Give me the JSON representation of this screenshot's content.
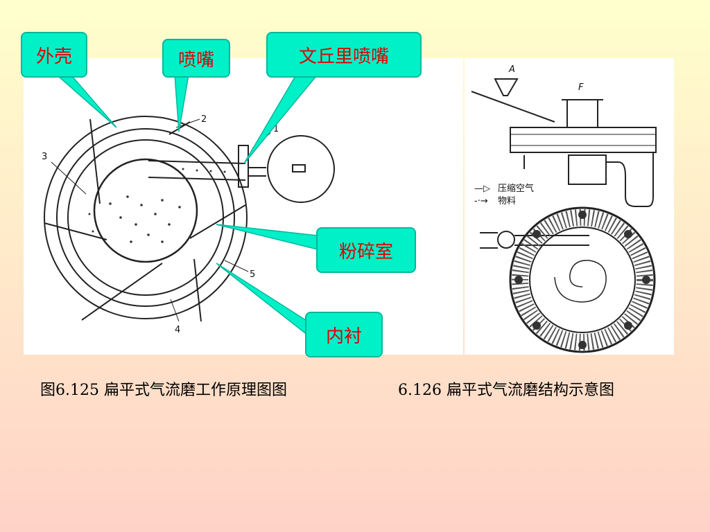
{
  "callouts": {
    "shell": "外壳",
    "nozzle": "喷嘴",
    "venturi_nozzle": "文丘里喷嘴",
    "crushing_chamber": "粉碎室",
    "liner": "内衬"
  },
  "left_figure": {
    "part_numbers": [
      "1",
      "2",
      "3",
      "4",
      "5"
    ]
  },
  "right_figure": {
    "letters": [
      "A",
      "F"
    ],
    "legend": [
      {
        "symbol": "—▷",
        "text": "压缩空气"
      },
      {
        "symbol": "-·→",
        "text": "物料"
      }
    ]
  },
  "captions": {
    "left": "图6.125 扁平式气流磨工作原理图图",
    "right": "6.126 扁平式气流磨结构示意图"
  }
}
